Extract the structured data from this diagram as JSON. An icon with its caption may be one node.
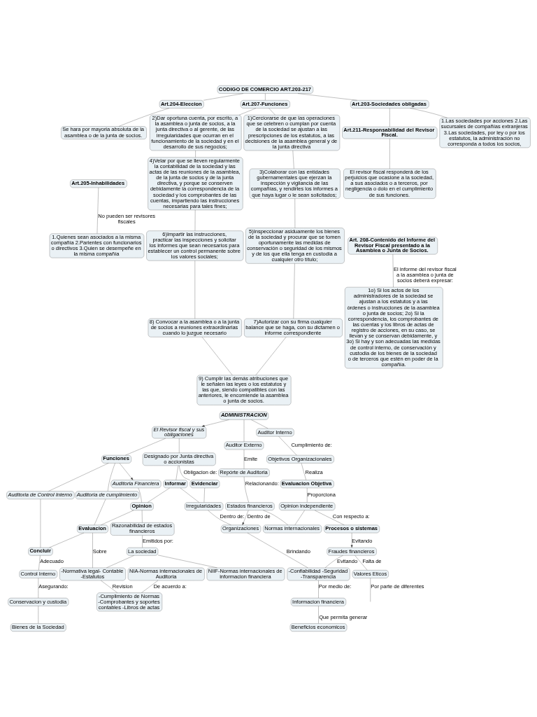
{
  "diagram": {
    "nodes": [
      {
        "text": [
          "CODIGO DE COMERCIO ART.203-217"
        ]
      },
      {
        "text": [
          "Art.204-Eleccion"
        ]
      },
      {
        "text": [
          "Se hara por mayoria absoluta de la asamblea o de la junta de socios."
        ]
      },
      {
        "text": [
          "Art.205-Inhabilidades"
        ]
      },
      {
        "text": [
          "1.Quienes sean asociados a la misma compañía 2.Parientes con funcionarios o directivos 3.Quien se desempeñe en la misma compañía"
        ]
      },
      {
        "text": [
          "Art.207-Funciones"
        ]
      },
      {
        "text": [
          "1)Cerciorarse de que las operaciones que se celebren o cumplan por cuenta de la sociedad se ajustan a las prescripciones de los estatutos, a las decisiones de la asamblea general y de la junta directiva"
        ]
      },
      {
        "text": [
          "3)Colaborar con las entidades gubernamentales que ejerzan la inspección y vigilancia de las compañías, y rendirles los informes a que haya lugar o le sean solicitados;"
        ]
      },
      {
        "text": [
          "5)Inspeccionar asiduamente los bienes de la sociedad y procurar que se tomen oportunamente las medidas de conservación o seguridad de los mismos y de los que ella tenga en custodia a cualquier otro título;"
        ]
      },
      {
        "text": [
          "7)Autorizar con su firma cualquier balance que se haga, con su dictamen o informe correspondiente"
        ]
      },
      {
        "text": [
          "2)Dar oportuna cuenta, por escrito, a la asamblea o junta de socios, a la junta directiva o al gerente, de las irregularidades que ocurran en el funcionamiento de la sociedad y en el desarrollo de sus negocios;"
        ]
      },
      {
        "text": [
          "4)Velar por que se lleven regularmente la contabilidad de la sociedad y las actas de las reuniones de la asamblea, de la junta de socios y de la junta directiva, y porque se conserven debidamente la correspondencia de la sociedad y los comprobantes de las cuentas, impartiendo las instrucciones necesarias para tales fines;"
        ]
      },
      {
        "text": [
          "6)Impartir las instrucciones, practicar las inspecciones y solicitar los informes que sean necesarios para establecer un control permanente sobre los valores sociales;"
        ]
      },
      {
        "text": [
          "8) Convocar a la asamblea o a la junta de socios a reuniones extraordinarias cuando lo juzgue necesario"
        ]
      },
      {
        "text": [
          "9) Cumplir las demás atribuciones que le señalen las leyes o los estatutos y las que, siendo compatibles con las anteriores, le encomiende la asamblea o junta de socios."
        ]
      },
      {
        "text": [
          "Art.203-Sociedades obligadas"
        ]
      },
      {
        "text": [
          "1.Las sociedades por acciones 2.Las sucursales de compañías extranjeras 3.Las sociedades, por ley o por los estatutos, la administración no corresponda a todos los socios,"
        ]
      },
      {
        "text": [
          "Art.211-Responsabilidad del Revisor Fiscal."
        ]
      },
      {
        "text": [
          "El revisor fiscal responderá de los perjuicios que ocasione a la sociedad, a sus asociados o a terceros, por negligencia o dolo en el cumplimiento de sus funciones."
        ]
      },
      {
        "text": [
          "Art. 208-Contenido del Informe del Revisor Fiscal presentado a la Asamblea o Junta de Socios."
        ]
      },
      {
        "text": [
          "1o) Si los actos de los administradores de la sociedad se ajustan a los estatutos y a las órdenes o instrucciones de la asamblea o junta de socios; 2o) Si la correspondencia, los comprobantes de las cuentas y los libros de actas de registro de acciones, en su caso, se llevan y se conservan debidamente, y 3o) Si hay y son adecuadas las medidas de control interno, de conservación y custodia de los bienes de la sociedad o de terceros que estén en poder de la compañía."
        ]
      },
      {
        "text": [
          "ADMINISTRACION"
        ]
      },
      {
        "text": [
          "El Revisor fiscal y sus obligaciones"
        ]
      },
      {
        "text": [
          "Funciones"
        ]
      },
      {
        "text": [
          "Auditor Interno"
        ]
      },
      {
        "text": [
          "Auditor Externo"
        ]
      },
      {
        "text": [
          "Objetivos Organizacionales"
        ]
      },
      {
        "text": [
          "Evaluacion Objetiva"
        ]
      },
      {
        "text": [
          "Opinion independiente"
        ]
      },
      {
        "text": [
          "Procesos o sistemas"
        ]
      },
      {
        "text": [
          "Repórte de Auditoria"
        ]
      },
      {
        "text": [
          "Estados financieros"
        ]
      },
      {
        "text": [
          "Normas internacionales"
        ]
      },
      {
        "text": [
          "Fraudes financieros"
        ]
      },
      {
        "text": [
          "Valores Eticos"
        ]
      },
      {
        "text": [
          "Designado por Junta directiva o accionistas"
        ]
      },
      {
        "text": [
          "Evidenciar"
        ]
      },
      {
        "text": [
          "Informar"
        ]
      },
      {
        "text": [
          "Irregularidades"
        ]
      },
      {
        "text": [
          "Organizaciones"
        ]
      },
      {
        "text": [
          "-Confiabilidad -Seguridad -Transparencia"
        ]
      },
      {
        "text": [
          "Informacion financiera"
        ]
      },
      {
        "text": [
          "Beneficios economicos"
        ]
      },
      {
        "text": [
          "Auditoria Financiera"
        ]
      },
      {
        "text": [
          "Auditoria de cumplimiento"
        ]
      },
      {
        "text": [
          "Auditoria de Control Interno"
        ]
      },
      {
        "text": [
          "Opinion"
        ]
      },
      {
        "text": [
          "Evaluacion"
        ]
      },
      {
        "text": [
          "Concluir"
        ]
      },
      {
        "text": [
          "Razonabilidad de estados financieros"
        ]
      },
      {
        "text": [
          "La sociedad"
        ]
      },
      {
        "text": [
          "NIA-Normas internacionales de Auditoria"
        ]
      },
      {
        "text": [
          "NIIF-Normas internacionales de informacion financiera"
        ]
      },
      {
        "text": [
          "-Normativa legal- Contable -Estatutos"
        ]
      },
      {
        "text": [
          "-Cumplimiento de Normas -Comprobantes y soportes contables -Libros de actas"
        ]
      },
      {
        "text": [
          "Control Interno"
        ]
      },
      {
        "text": [
          "Conservacion y custodia"
        ]
      },
      {
        "text": [
          "Bienes de la Sociedad"
        ]
      }
    ],
    "edges": [
      {
        "from": 0,
        "to": 1,
        "arrow": "none"
      },
      {
        "from": 1,
        "to": 2,
        "arrow": "none"
      },
      {
        "from": 3,
        "to": 4,
        "arrow": "none",
        "label": "No pueden ser revisores fiscales"
      },
      {
        "from": 0,
        "to": 5,
        "arrow": "none"
      },
      {
        "from": 5,
        "to": 6,
        "arrow": "none"
      },
      {
        "from": 6,
        "to": 7,
        "arrow": "none"
      },
      {
        "from": 7,
        "to": 8,
        "arrow": "none"
      },
      {
        "from": 8,
        "to": 9,
        "arrow": "none"
      },
      {
        "from": 9,
        "to": 14,
        "arrow": "none"
      },
      {
        "from": 5,
        "to": 10,
        "arrow": "none"
      },
      {
        "from": 10,
        "to": 11,
        "arrow": "none"
      },
      {
        "from": 11,
        "to": 12,
        "arrow": "none"
      },
      {
        "from": 12,
        "to": 13,
        "arrow": "none"
      },
      {
        "from": 13,
        "to": 14,
        "arrow": "none"
      },
      {
        "from": 0,
        "to": 15,
        "arrow": "none"
      },
      {
        "from": 15,
        "to": 16,
        "arrow": "none"
      },
      {
        "from": 15,
        "to": 17,
        "arrow": "none"
      },
      {
        "from": 17,
        "to": 18,
        "arrow": "none"
      },
      {
        "from": 19,
        "to": 20,
        "arrow": "none",
        "label": "El informe del revisor fiscal a la asamblea o junta de socios deberá expresar:"
      },
      {
        "from": 21,
        "to": 22,
        "arrow": "to"
      },
      {
        "from": 22,
        "to": 23,
        "arrow": "none"
      },
      {
        "from": 21,
        "to": 24,
        "arrow": "none"
      },
      {
        "from": 21,
        "to": 25,
        "arrow": "none"
      },
      {
        "from": 24,
        "to": 26,
        "arrow": "none",
        "label": "Cumplimiento de:"
      },
      {
        "from": 26,
        "to": 27,
        "arrow": "none",
        "label": "Realiza"
      },
      {
        "from": 27,
        "to": 28,
        "arrow": "none",
        "label": "Proporciona"
      },
      {
        "from": 28,
        "to": 29,
        "arrow": "none",
        "label": "Con respecto a:"
      },
      {
        "from": 25,
        "to": 30,
        "arrow": "none",
        "label": "Emite"
      },
      {
        "from": 30,
        "to": 31,
        "arrow": "none",
        "label": "Relacionando:"
      },
      {
        "from": 31,
        "to": 32,
        "arrow": "none"
      },
      {
        "from": 31,
        "to": 39,
        "arrow": "to",
        "label": "Dentro de"
      },
      {
        "from": 28,
        "to": 32,
        "arrow": "none"
      },
      {
        "from": 29,
        "to": 33,
        "arrow": "to",
        "label": "Evitando"
      },
      {
        "from": 33,
        "to": 40,
        "arrow": "none",
        "label": "Evitando"
      },
      {
        "from": 33,
        "to": 34,
        "arrow": "none",
        "label": "Falta de"
      },
      {
        "from": 34,
        "to": null,
        "arrow": "none",
        "label": "Por parte de diferentes"
      },
      {
        "from": 22,
        "to": 35,
        "arrow": "none"
      },
      {
        "from": 35,
        "to": 36,
        "arrow": "none",
        "label": "Obligacion de:"
      },
      {
        "from": 35,
        "to": 37,
        "arrow": "none"
      },
      {
        "from": 36,
        "to": 38,
        "arrow": "none"
      },
      {
        "from": 37,
        "to": 38,
        "arrow": "none"
      },
      {
        "from": 38,
        "to": 39,
        "arrow": "none",
        "label": "Dentro de:"
      },
      {
        "from": 39,
        "to": 40,
        "arrow": "none",
        "label": "Brindando"
      },
      {
        "from": 40,
        "to": 41,
        "arrow": "none",
        "label": "Por medio de:"
      },
      {
        "from": 41,
        "to": 42,
        "arrow": "none",
        "label": "Que permita generar"
      },
      {
        "from": 23,
        "to": 43,
        "arrow": "to"
      },
      {
        "from": 23,
        "to": 44,
        "arrow": "none"
      },
      {
        "from": 23,
        "to": 45,
        "arrow": "none"
      },
      {
        "from": 43,
        "to": 46,
        "arrow": "none"
      },
      {
        "from": 44,
        "to": 47,
        "arrow": "none"
      },
      {
        "from": 45,
        "to": 48,
        "arrow": "none"
      },
      {
        "from": 37,
        "to": 46,
        "arrow": "none"
      },
      {
        "from": 46,
        "to": 47,
        "arrow": "none"
      },
      {
        "from": 47,
        "to": 48,
        "arrow": "none"
      },
      {
        "from": 46,
        "to": 49,
        "arrow": "none"
      },
      {
        "from": 49,
        "to": 50,
        "arrow": "none",
        "label": "Emitidos por:"
      },
      {
        "from": 50,
        "to": 53,
        "arrow": "none"
      },
      {
        "from": 50,
        "to": 52,
        "arrow": "none"
      },
      {
        "from": 51,
        "to": 54,
        "arrow": "none",
        "label": "De acuerdo a:"
      },
      {
        "from": 47,
        "to": 53,
        "arrow": "none",
        "label": "Sobre"
      },
      {
        "from": 53,
        "to": 54,
        "arrow": "none",
        "label": "Revision"
      },
      {
        "from": 48,
        "to": 55,
        "arrow": "none",
        "label": "Adecuado"
      },
      {
        "from": 55,
        "to": 56,
        "arrow": "none",
        "label": "Asegurando:"
      },
      {
        "from": 56,
        "to": 57,
        "arrow": "none"
      }
    ]
  }
}
